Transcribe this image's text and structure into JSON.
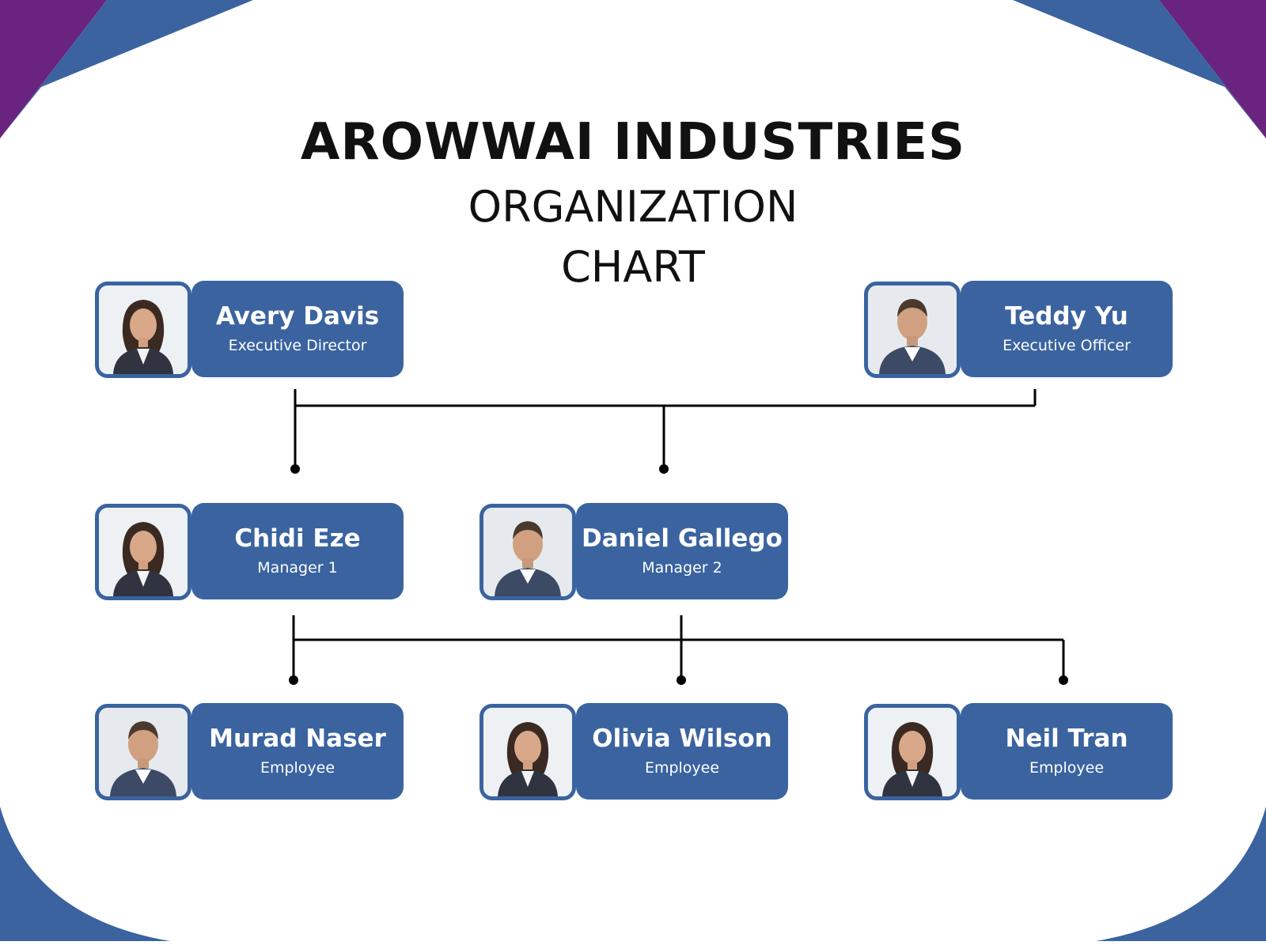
{
  "title": {
    "company": "AROWWAI INDUSTRIES",
    "subtitle": "ORGANIZATION CHART"
  },
  "colors": {
    "card_fill": "#3a63a0",
    "accent_purple": "#6a237f",
    "accent_blue": "#3a63a0",
    "line": "#000000"
  },
  "people": [
    {
      "name": "Avery Davis",
      "role": "Executive Director",
      "level": "executive",
      "photo": "woman-portrait"
    },
    {
      "name": "Teddy Yu",
      "role": "Executive Officer",
      "level": "executive",
      "photo": "man-portrait"
    },
    {
      "name": "Chidi Eze",
      "role": "Manager 1",
      "level": "manager",
      "photo": "woman-portrait"
    },
    {
      "name": "Daniel Gallego",
      "role": "Manager 2",
      "level": "manager",
      "photo": "man-portrait"
    },
    {
      "name": "Murad Naser",
      "role": "Employee",
      "level": "employee",
      "photo": "man-portrait"
    },
    {
      "name": "Olivia Wilson",
      "role": "Employee",
      "level": "employee",
      "photo": "woman-portrait"
    },
    {
      "name": "Neil Tran",
      "role": "Employee",
      "level": "employee",
      "photo": "woman-portrait"
    }
  ],
  "reporting_lines": [
    {
      "from": [
        "Avery Davis",
        "Teddy Yu"
      ],
      "to": [
        "Chidi Eze",
        "Daniel Gallego"
      ]
    },
    {
      "from": [
        "Chidi Eze",
        "Daniel Gallego"
      ],
      "to": [
        "Murad Naser",
        "Olivia Wilson",
        "Neil Tran"
      ]
    }
  ]
}
